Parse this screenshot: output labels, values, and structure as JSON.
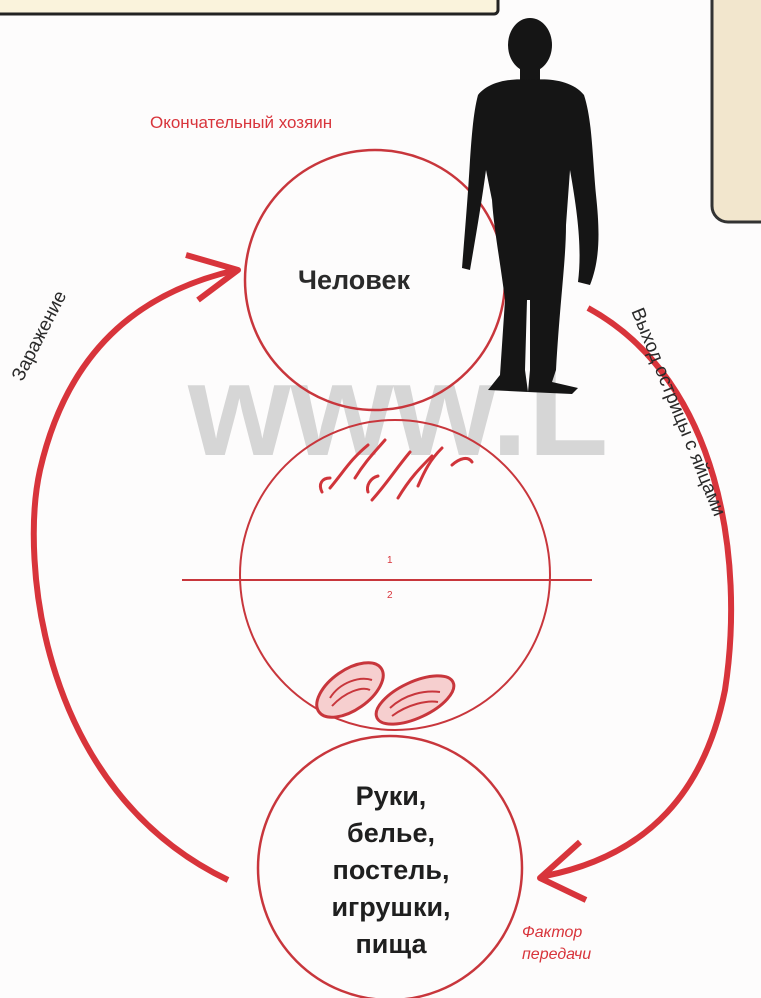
{
  "labels": {
    "definitive_host": "Окончательный хозяин",
    "human": "Человек",
    "objects_line1": "Руки,",
    "objects_line2": "белье,",
    "objects_line3": "постель,",
    "objects_line4": "игрушки,",
    "objects_line5": "пища",
    "infection": "Заражение",
    "egg_exit": "Выход острицы с яйцами",
    "transmission_line1": "Фактор",
    "transmission_line2": "передачи",
    "cycle_num_top": "1",
    "cycle_num_bottom": "2",
    "watermark": "www.L"
  },
  "colors": {
    "accent_red": "#d8343b",
    "circle_stroke": "#c8363c",
    "silhouette": "#151515",
    "text": "#222222",
    "top_box_bg": "#f4ead2"
  }
}
